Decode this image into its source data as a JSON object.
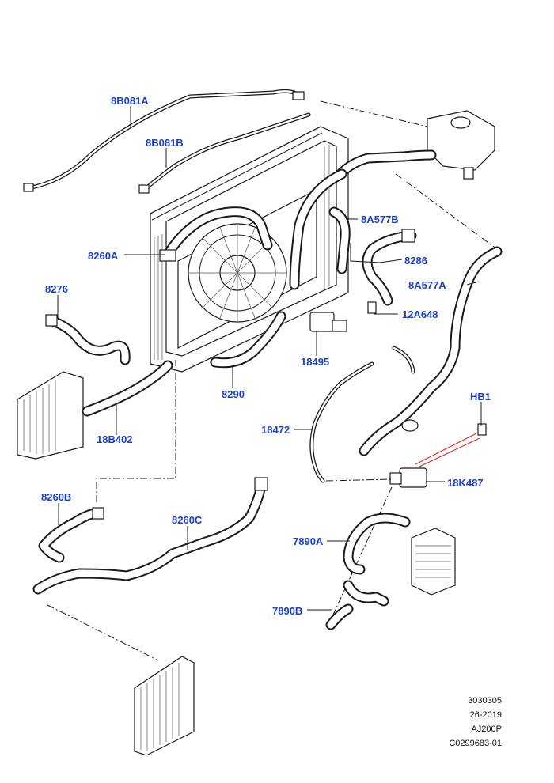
{
  "labels": {
    "l_8B081A": "8B081A",
    "l_8B081B": "8B081B",
    "l_8A577B": "8A577B",
    "l_8260A": "8260A",
    "l_8286": "8286",
    "l_8276": "8276",
    "l_8A577A": "8A577A",
    "l_12A648": "12A648",
    "l_18495": "18495",
    "l_8290": "8290",
    "l_HB1": "HB1",
    "l_18472": "18472",
    "l_18B402": "18B402",
    "l_18K487": "18K487",
    "l_8260B": "8260B",
    "l_8260C": "8260C",
    "l_7890A": "7890A",
    "l_7890B": "7890B"
  },
  "footer": {
    "line1": "3030305",
    "line2": "26-2019",
    "line3": "AJ200P",
    "line4": "C0299683-01"
  },
  "colors": {
    "label": "#1a3fd0",
    "line": "#1a1a1a",
    "highlight": "#e02020"
  }
}
